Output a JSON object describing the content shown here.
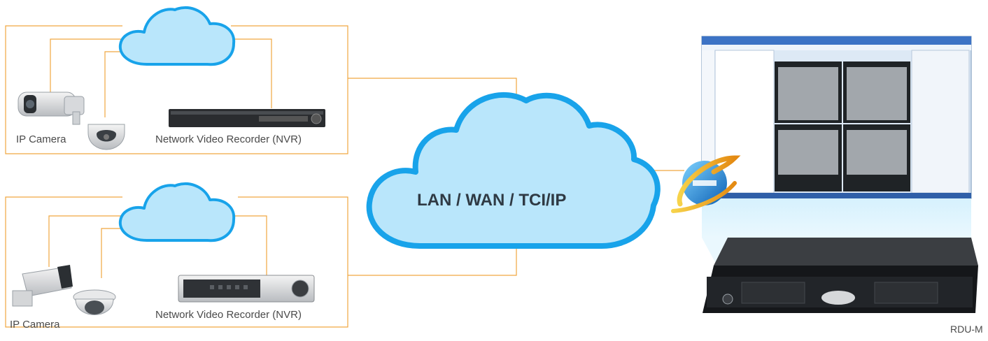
{
  "colors": {
    "connector": "#f0a640",
    "cloud_fill": "#b9e6fb",
    "cloud_stroke": "#18a3ea",
    "text": "#4a4a4a",
    "cloud_text": "#2f3a44"
  },
  "sites": [
    {
      "camera_label": "IP Camera",
      "recorder_label": "Network Video Recorder (NVR)"
    },
    {
      "camera_label": "IP Camera",
      "recorder_label": "Network Video Recorder (NVR)"
    }
  ],
  "network": {
    "label": "LAN / WAN / TCI/IP"
  },
  "server": {
    "label": "RDU-M"
  },
  "icons": [
    "cloud-icon",
    "ip-camera-bullet-icon",
    "ip-camera-dome-icon",
    "nvr-icon",
    "browser-icon",
    "monitor-screen-icon",
    "rack-server-icon"
  ]
}
